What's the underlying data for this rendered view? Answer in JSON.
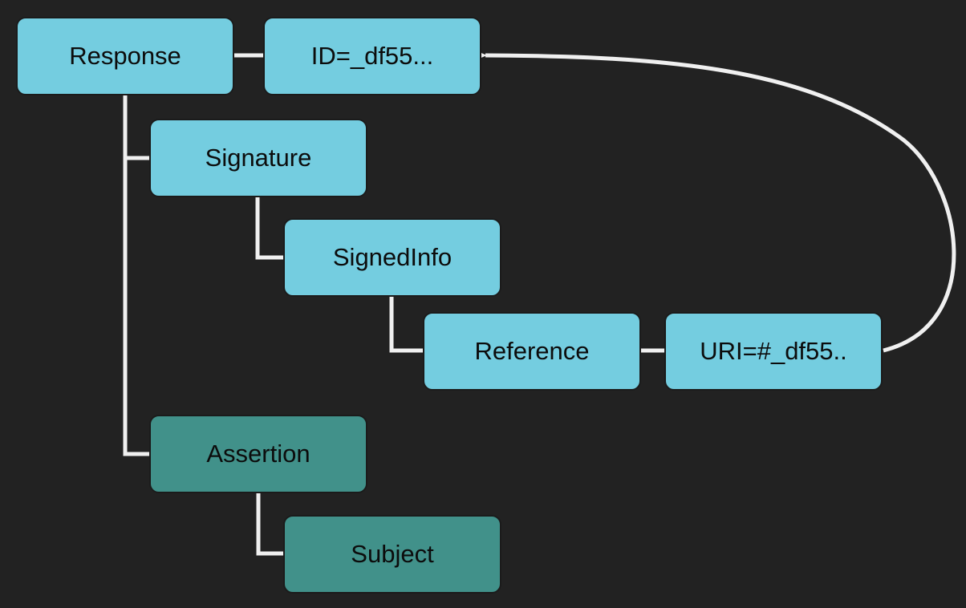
{
  "colors": {
    "background": "#222222",
    "signed_node": "#74cde0",
    "assertion_node": "#41918a",
    "connector": "#f0f0f0"
  },
  "nodes": {
    "response": "Response",
    "response_id": "ID=_df55...",
    "signature": "Signature",
    "signed_info": "SignedInfo",
    "reference": "Reference",
    "reference_uri": "URI=#_df55..",
    "assertion": "Assertion",
    "subject": "Subject"
  }
}
